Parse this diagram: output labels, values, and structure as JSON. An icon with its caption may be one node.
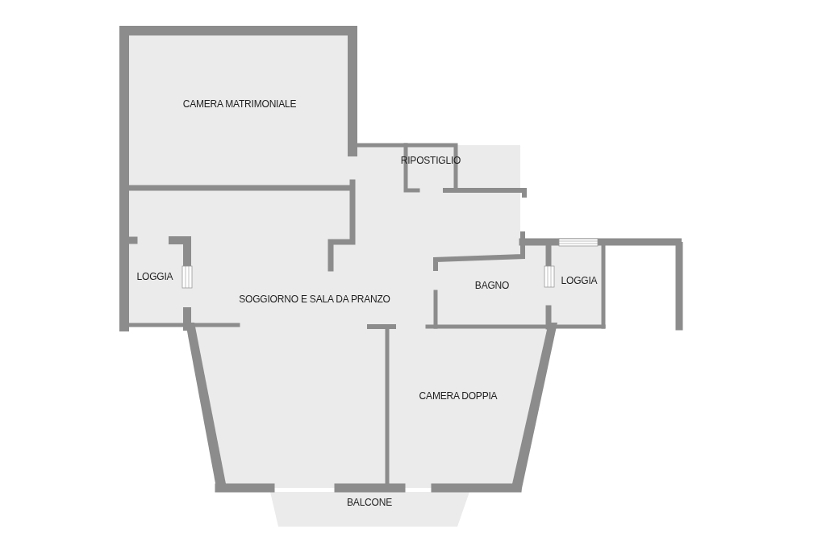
{
  "diagram": {
    "nodes": [
      {
        "text": [
          "CAMERA MATRIMONIALE"
        ]
      },
      {
        "text": [
          "RIPOSTIGLIO"
        ]
      },
      {
        "text": [
          "LOGGIA"
        ]
      },
      {
        "text": [
          "SOGGIORNO E SALA DA PRANZO"
        ]
      },
      {
        "text": [
          "BAGNO"
        ]
      },
      {
        "text": [
          "LOGGIA"
        ]
      },
      {
        "text": [
          "CAMERA DOPPIA"
        ]
      },
      {
        "text": [
          "BALCONE"
        ]
      }
    ]
  }
}
